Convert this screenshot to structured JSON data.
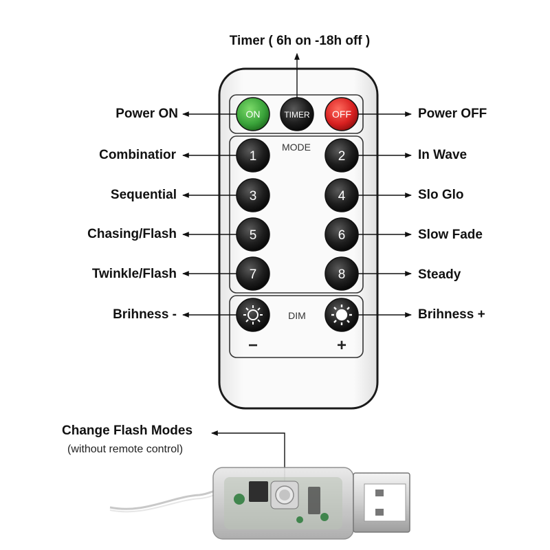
{
  "timer_label": "Timer ( 6h on -18h off )",
  "left_labels": {
    "power_on": "Power ON",
    "mode1": "Combinatior",
    "mode3": "Sequential",
    "mode5": "Chasing/Flash",
    "mode7": "Twinkle/Flash",
    "dim_minus": "Brihness -"
  },
  "right_labels": {
    "power_off": "Power OFF",
    "mode2": "In Wave",
    "mode4": "Slo Glo",
    "mode6": "Slow Fade",
    "mode8": "Steady",
    "dim_plus": "Brihness +"
  },
  "remote": {
    "on_label": "ON",
    "timer_label": "TIMER",
    "off_label": "OFF",
    "mode_label": "MODE",
    "dim_label": "DIM",
    "minus_sign": "−",
    "plus_sign": "+",
    "numbers": [
      "1",
      "2",
      "3",
      "4",
      "5",
      "6",
      "7",
      "8"
    ],
    "colors": {
      "on": "#3aa33a",
      "off": "#d82020",
      "button": "#1f1f1f"
    }
  },
  "usb": {
    "title": "Change Flash Modes",
    "subtitle": "(without remote control)"
  }
}
